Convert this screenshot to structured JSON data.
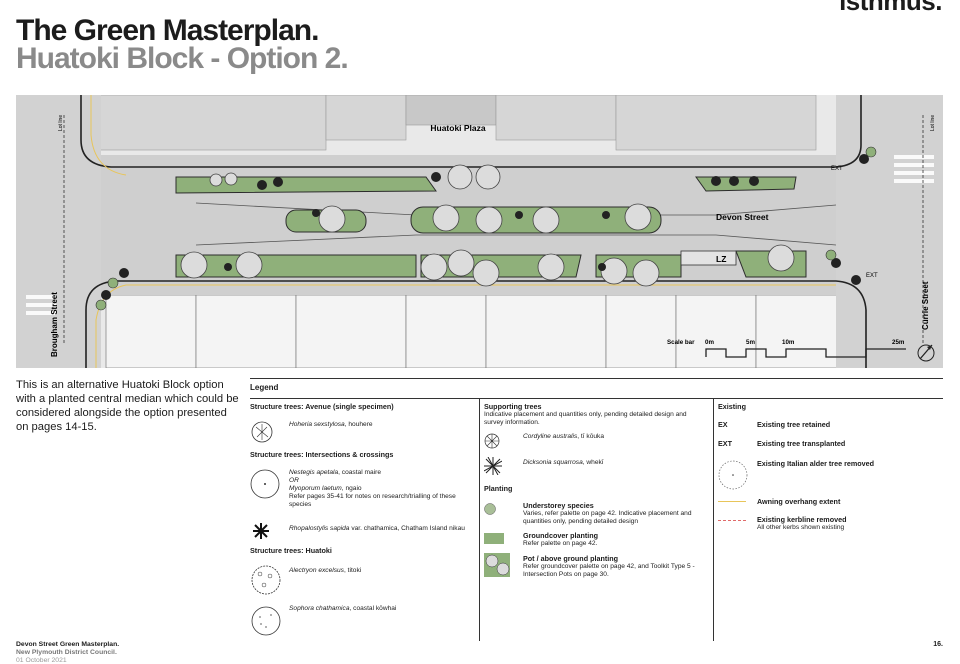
{
  "header": {
    "brand": "isthmus.",
    "title_line1": "The Green Masterplan.",
    "title_line2": "Huatoki Block - Option 2."
  },
  "plan": {
    "labels": {
      "plaza": "Huatoki Plaza",
      "devon": "Devon Street",
      "lz": "LZ",
      "brougham": "Brougham Street",
      "currie": "Currie Street",
      "ext_top": "EXT",
      "ext_bottom": "EXT",
      "boundary_left": "Lot line",
      "boundary_right": "Lot line"
    },
    "scale": {
      "label": "Scale bar",
      "ticks": [
        "0m",
        "5m",
        "10m",
        "25m"
      ]
    }
  },
  "intro_text": "This is an alternative Huatoki Block option with a planted central median which could be considered alongside the option presented on pages 14-15.",
  "legend": {
    "heading": "Legend",
    "col1": {
      "avenue_heading": "Structure trees: Avenue (single specimen)",
      "avenue_item": {
        "name": "Hoheria sexstylosa",
        "common": ", houhere"
      },
      "intersections_heading": "Structure trees: Intersections & crossings",
      "intersection_item": {
        "name1": "Nestegis apetala",
        "common1": ", coastal maire",
        "or": "OR",
        "name2": "Myoporum laetum",
        "common2": ", ngaio",
        "note": "Refer pages 35-41 for notes on research/trialling of these species"
      },
      "nikau_item": {
        "name": "Rhopalostylis sapida",
        "common": " var. chathamica, Chatham Island nikau"
      },
      "huatoki_heading": "Structure trees: Huatoki",
      "titoki_item": {
        "name": "Alectryon excelsus",
        "common": ", titoki"
      },
      "kowhai_item": {
        "name": "Sophora chathamica",
        "common": ", coastal kōwhai"
      }
    },
    "col2": {
      "supporting_heading": "Supporting trees",
      "supporting_note": "Indicative placement and quantities only, pending detailed design and survey information.",
      "cordyline": {
        "name": "Cordyline australis",
        "common": ", tī kōuka"
      },
      "dicksonia": {
        "name": "Dicksonia squarrosa",
        "common": ", whekī"
      },
      "planting_heading": "Planting",
      "understorey": {
        "title": "Understorey species",
        "note": "Varies, refer palette on page 42. Indicative placement and quantities only, pending detailed design"
      },
      "groundcover": {
        "title": "Groundcover planting",
        "note": "Refer palette on page 42."
      },
      "pot": {
        "title": "Pot / above ground planting",
        "note": "Refer groundcover palette on page 42, and Toolkit Type 5 - Intersection Pots on page 30."
      }
    },
    "col3": {
      "existing_heading": "Existing",
      "ex_code": "EX",
      "ex_label": "Existing tree retained",
      "ext_code": "EXT",
      "ext_label": "Existing tree transplanted",
      "alder_label": "Existing Italian alder tree removed",
      "awning_label": "Awning overhang extent",
      "kerb_label": "Existing kerbline removed",
      "kerb_note": "All other kerbs shown existing"
    }
  },
  "footer": {
    "line1": "Devon Street Green Masterplan.",
    "line2": "New Plymouth District Council.",
    "line3": "01 October 2021",
    "page": "16."
  },
  "colors": {
    "planting_green": "#8fb07a",
    "tree_grey": "#d9d9d9",
    "awning_yellow": "#e8c55a",
    "kerb_red": "#e06a6a",
    "title_grey": "#8a8a8a"
  }
}
